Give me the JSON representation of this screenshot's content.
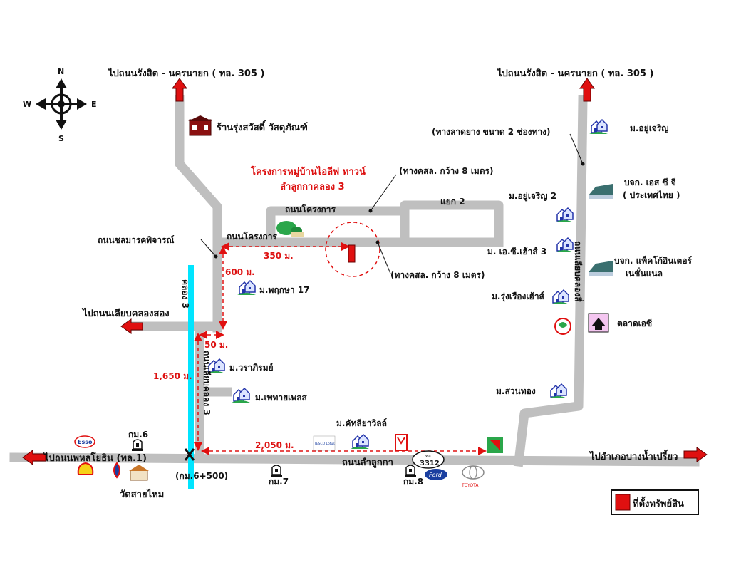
{
  "compass": {
    "n": "N",
    "s": "S",
    "e": "E",
    "w": "W"
  },
  "labels": {
    "to_rangsit_left": "ไปถนนรังสิต - นครนายก  ( ทล. 305 )",
    "to_rangsit_right": "ไปถนนรังสิต - นครนายก  ( ทล. 305 )",
    "shop": "ร้านรุ่งสวัสดิ์ วัสดุภัณฑ์",
    "project_name": "โครงการหมู่บ้านไอลีฟ ทาวน์",
    "project_sub": "ลำลูกกาคลอง 3",
    "concrete_8m_top": "(ทางคสล. กว้าง 8 เมตร)",
    "concrete_8m_bottom": "(ทางคสล. กว้าง 8 เมตร)",
    "asphalt_2lane": "(ทางลาดยาง ขนาด 2 ช่องทาง)",
    "project_road_1": "ถนนโครงการ",
    "project_road_2": "ถนนโครงการ",
    "junction2": "แยก 2",
    "chonmarn_road": "ถนนชลมารคพิจารณ์",
    "dist_350": "350 ม.",
    "dist_600": "600 ม.",
    "dist_50": "50 ม.",
    "dist_1650": "1,650 ม.",
    "dist_2050": "2,050 ม.",
    "khlong3": "คลอง 3",
    "to_liap_khlong2": "ไปถนนเลียบคลองสอง",
    "phruksa17": "ม.พฤกษา  17",
    "warapirom": "ม.วราภิรมย์",
    "liap_khlong3_road": "ถนนเลียบคลอง 3",
    "phethai": "ม.เพทายเพลส",
    "kathaliya": "ม.คัทลียาวิลล์",
    "km6": "กม.6",
    "km6_500": "(กม.6+500)",
    "km7": "กม.7",
    "km8": "กม.8",
    "to_phahonyothin": "ไปถนนพหลโยธิน (ทล.1)",
    "wat_saimai": "วัดสายไหม",
    "lamlukka_road": "ถนนลำลูกกา",
    "route3312_top": "ทล",
    "route3312": "3312",
    "to_bang_nam_priao": "ไปอำเภอบางน้ำเปรี้ยว",
    "yoocharoen": "ม.อยู่เจริญ",
    "yoocharoen2": "ม.อยู่เจริญ  2",
    "sg_company_1": "บจก. เอส ซี จี",
    "sg_company_2": "( ประเทศไทย )",
    "sc_house3": "ม. เอ.ซี.เฮ้าส์  3",
    "pack_company_1": "บจก. แพ็คโก้อินเตอร์",
    "pack_company_2": "เนชั่นแนล",
    "rungrueng": "ม.รุ่งเรืองเฮ้าส์",
    "talad_asia": "ตลาดเอซี",
    "suanthong": "ม.สวนทอง",
    "right_road_name": "ถนนเลียบคลองสี่",
    "ford": "Ford",
    "toyota": "TOYOTA",
    "esso": "Esso",
    "tesco": "TESCO Lotus",
    "legend": "ที่ตั้งทรัพย์สิน"
  },
  "colors": {
    "road": "#bfbfbf",
    "canal": "#00e5ff",
    "arrow": "#e01010",
    "dash": "#e01010",
    "marker": "#e01010",
    "house": "#2233aa",
    "green": "#2aa64a"
  }
}
